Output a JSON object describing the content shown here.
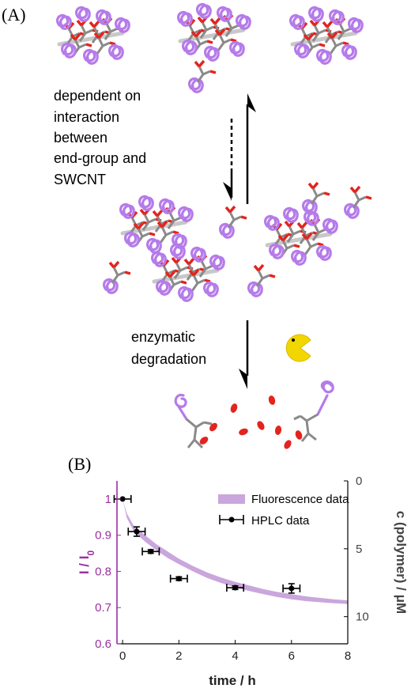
{
  "panels": {
    "a": "(A)",
    "b": "(B)"
  },
  "scheme": {
    "equilibrium_text": [
      "dependent on",
      "interaction",
      "between",
      "end-group and",
      "SWCNT"
    ],
    "enzyme_text": [
      "enzymatic",
      "degradation"
    ],
    "colors": {
      "polymer": "#b57bea",
      "polymer_fill": "#e6d0fa",
      "carbon": "#8a8a8a",
      "oxygen": "#e3241e",
      "tube": "#c8c8c8",
      "enzyme": "#f2d600"
    },
    "icons": [
      "double-equilibrium-arrow-icon",
      "down-arrow-icon",
      "pacman-enzyme-icon",
      "polymer-coil-icon",
      "nanotube-cluster-icon"
    ]
  },
  "chart_data": {
    "type": "line",
    "xlabel": "time / h",
    "ylabel_left": "I / I",
    "ylabel_left_sub": "0",
    "ylabel_right": "c (polymer) / μM",
    "xlim": [
      -0.2,
      8
    ],
    "ylim_left": [
      0.6,
      1.05
    ],
    "ylim_right": [
      0,
      12
    ],
    "right_axis_inverted": true,
    "x_ticks": [
      "0",
      "2",
      "4",
      "6",
      "8"
    ],
    "y_ticks_left": [
      "0.6",
      "0.7",
      "0.8",
      "0.9",
      "1"
    ],
    "y_ticks_right": [
      "0",
      "5",
      "10"
    ],
    "legend": [
      "Fluorescence data",
      "HPLC data"
    ],
    "legend_position": "top-right",
    "colors": {
      "fluorescence": "#c9a6dc",
      "left_axis": "#9b2fa0",
      "hplc": "#000000"
    },
    "series": [
      {
        "name": "Fluorescence data",
        "kind": "band",
        "x": [
          0,
          0.15,
          0.4,
          0.8,
          1.2,
          1.6,
          2.0,
          2.5,
          3.0,
          3.5,
          4.0,
          4.5,
          5.0,
          5.5,
          6.0,
          6.5,
          7.0,
          7.5,
          8.0
        ],
        "upper": [
          1.0,
          0.96,
          0.925,
          0.9,
          0.875,
          0.855,
          0.835,
          0.815,
          0.797,
          0.783,
          0.771,
          0.761,
          0.751,
          0.743,
          0.737,
          0.731,
          0.727,
          0.723,
          0.72
        ],
        "lower": [
          1.0,
          0.948,
          0.91,
          0.882,
          0.858,
          0.837,
          0.82,
          0.8,
          0.782,
          0.768,
          0.756,
          0.746,
          0.737,
          0.729,
          0.723,
          0.718,
          0.715,
          0.712,
          0.71
        ]
      },
      {
        "name": "HPLC data",
        "kind": "points",
        "x": [
          0,
          0.5,
          1,
          2,
          4,
          6
        ],
        "y": [
          1.0,
          0.91,
          0.855,
          0.78,
          0.755,
          0.753
        ],
        "xerr": [
          0.3,
          0.3,
          0.3,
          0.3,
          0.3,
          0.3
        ],
        "yerr": [
          0.0,
          0.013,
          0.005,
          0.005,
          0.005,
          0.013
        ]
      }
    ]
  }
}
